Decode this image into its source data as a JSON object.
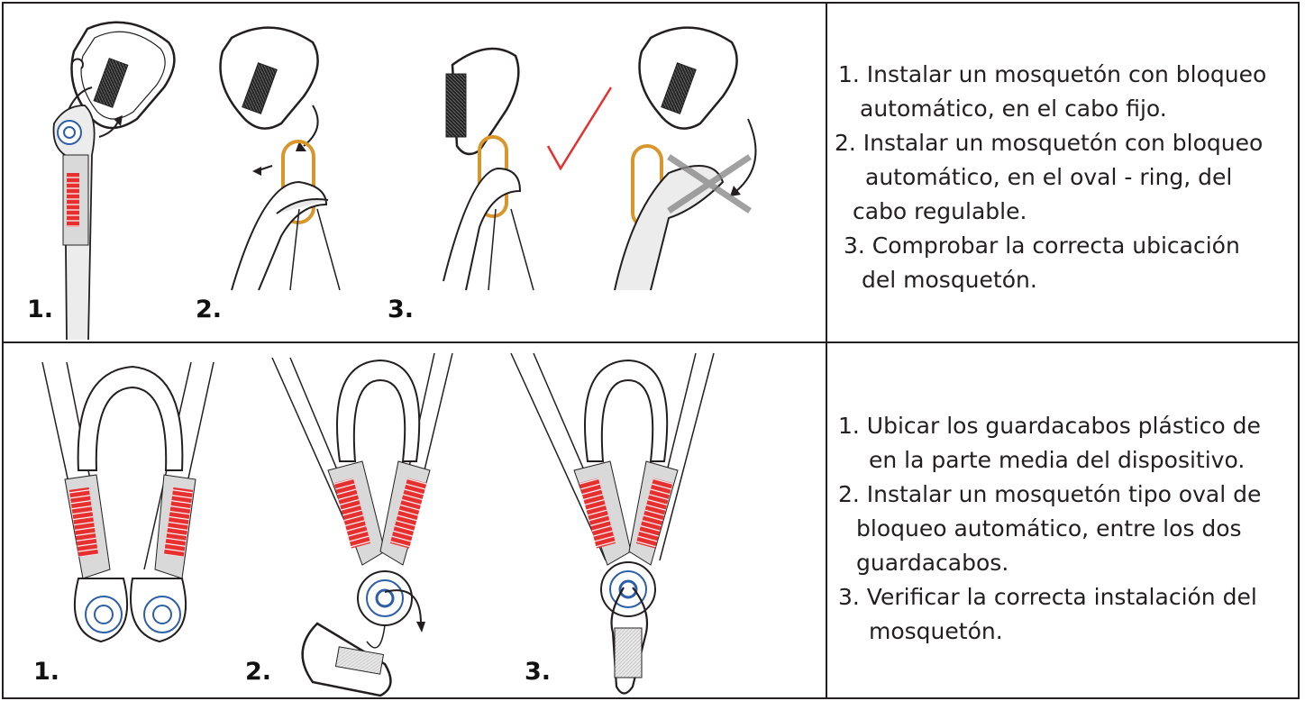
{
  "top_row": {
    "step_labels": [
      "1.",
      "2.",
      "3."
    ],
    "instructions": [
      {
        "line1": "1. Instalar un mosquetón con bloqueo",
        "line2": "automático, en el cabo fijo."
      },
      {
        "line1": "2. Instalar un mosquetón con bloqueo",
        "line2": "automático,  en  el  oval - ring,  del",
        "line3": "cabo regulable."
      },
      {
        "line1": "3. Comprobar la correcta ubicación",
        "line2": "del mosquetón."
      }
    ]
  },
  "bottom_row": {
    "step_labels": [
      "1.",
      "2.",
      "3."
    ],
    "instructions": [
      {
        "line1": "1. Ubicar los guardacabos plástico de",
        "line2": "en  la  parte  media del dispositivo."
      },
      {
        "line1": "2. Instalar un mosquetón tipo oval de",
        "line2": "bloqueo automático,  entre los  dos",
        "line3": "guardacabos."
      },
      {
        "line1": "3. Verificar la correcta instalación del",
        "line2": "mosquetón."
      }
    ]
  },
  "colors": {
    "border": "#231f20",
    "webbing_stitch": "#e63030",
    "oval_ring": "#d9962a",
    "thimble": "#2d5fa8",
    "check": "#e63030",
    "cross": "#8a8a8a",
    "sleeve": "#d9d9d9"
  }
}
